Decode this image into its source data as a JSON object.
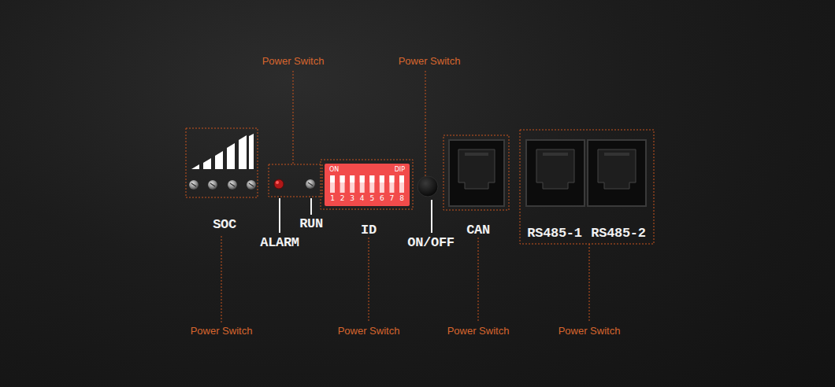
{
  "diagram": {
    "nodes": [
      {
        "text": [
          "ON",
          "DIP",
          "1",
          "2",
          "3",
          "4",
          "5",
          "6",
          "7",
          "8"
        ]
      }
    ],
    "labels": [
      "Power Switch",
      "Power Switch",
      "SOC",
      "ALARM",
      "RUN",
      "ID",
      "ON/OFF",
      "CAN",
      "RS485-1",
      "RS485-2",
      "Power Switch",
      "Power Switch",
      "Power Switch",
      "Power Switch"
    ]
  }
}
